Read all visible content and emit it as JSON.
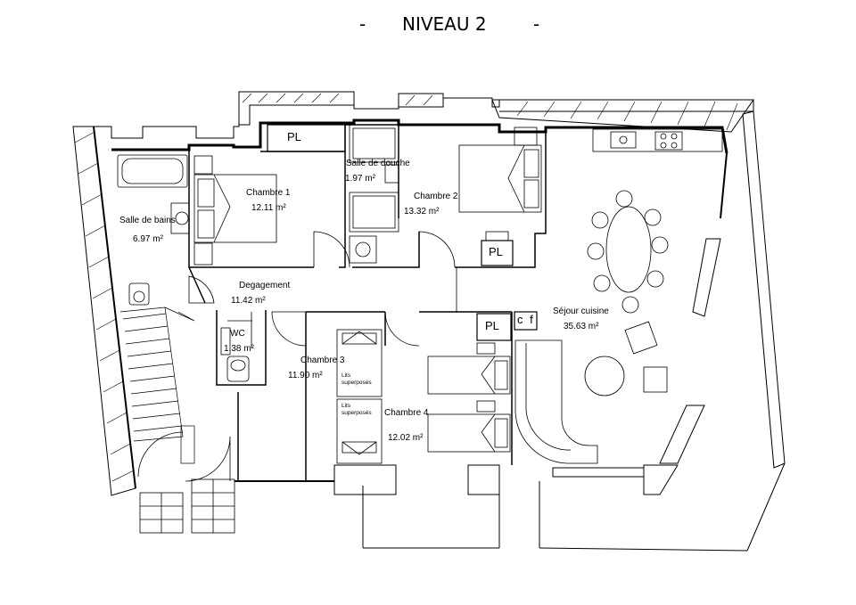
{
  "title": {
    "dash_left": "-",
    "main": "NIVEAU 2",
    "dash_right": "-"
  },
  "rooms": {
    "salle_de_bains": {
      "name": "Salle de bains",
      "area": "6.97 m²"
    },
    "chambre_1": {
      "name": "Chambre 1",
      "area": "12.11 m²"
    },
    "salle_de_douche": {
      "name": "Salle de douche",
      "area": "1.97 m²"
    },
    "chambre_2": {
      "name": "Chambre 2",
      "area": "13.32 m²"
    },
    "degagement": {
      "name": "Degagement",
      "area": "11.42 m²"
    },
    "wc": {
      "name": "WC",
      "area": "1.38 m²"
    },
    "chambre_3": {
      "name": "Chambre 3",
      "area": "11.90 m²"
    },
    "chambre_4": {
      "name": "Chambre 4",
      "area": "12.02 m²"
    },
    "sejour_cuisine": {
      "name": "Séjour cuisine",
      "area": "35.63 m²"
    }
  },
  "closets": {
    "pl_top": "PL",
    "pl_chambre2": "PL",
    "pl_chambre4": "PL",
    "cf": "c f"
  },
  "bunks": {
    "upper": [
      "Lits",
      "superposés"
    ],
    "lower": [
      "Lits",
      "superposés"
    ]
  }
}
